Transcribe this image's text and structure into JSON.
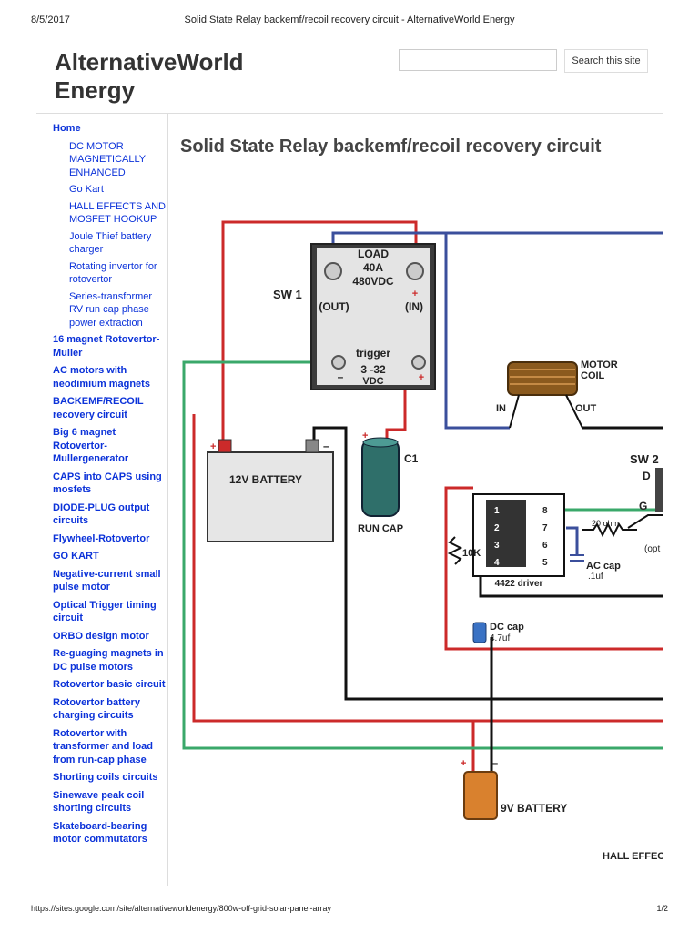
{
  "print": {
    "date": "8/5/2017",
    "title": "Solid State Relay backemf/recoil recovery circuit - AlternativeWorld Energy",
    "url": "https://sites.google.com/site/alternativeworldenergy/800w-off-grid-solar-panel-array",
    "page": "1/2"
  },
  "site": {
    "title": "AlternativeWorld Energy",
    "search_button": "Search this site"
  },
  "nav": [
    {
      "label": "Home",
      "level": 0
    },
    {
      "label": "DC MOTOR MAGNETICALLY ENHANCED",
      "level": 1
    },
    {
      "label": "Go Kart",
      "level": 1
    },
    {
      "label": "HALL EFFECTS AND MOSFET HOOKUP",
      "level": 1
    },
    {
      "label": "Joule Thief battery charger",
      "level": 1
    },
    {
      "label": "Rotating invertor for rotovertor",
      "level": 1
    },
    {
      "label": "Series-transformer RV run cap phase power extraction",
      "level": 1
    },
    {
      "label": "16 magnet Rotovertor-Muller",
      "level": 0
    },
    {
      "label": "AC motors with neodimium magnets",
      "level": 0
    },
    {
      "label": "BACKEMF/RECOIL recovery circuit",
      "level": 0
    },
    {
      "label": "Big 6 magnet Rotovertor-Mullergenerator",
      "level": 0
    },
    {
      "label": "CAPS into CAPS using mosfets",
      "level": 0
    },
    {
      "label": "DIODE-PLUG output circuits",
      "level": 0
    },
    {
      "label": "Flywheel-Rotovertor",
      "level": 0
    },
    {
      "label": "GO KART",
      "level": 0
    },
    {
      "label": "Negative-current small pulse motor",
      "level": 0
    },
    {
      "label": "Optical Trigger timing circuit",
      "level": 0
    },
    {
      "label": "ORBO design motor",
      "level": 0
    },
    {
      "label": "Re-guaging magnets in DC pulse motors",
      "level": 0
    },
    {
      "label": "Rotovertor basic circuit",
      "level": 0
    },
    {
      "label": "Rotovertor battery charging circuits",
      "level": 0
    },
    {
      "label": "Rotovertor with transformer and load from run-cap phase",
      "level": 0
    },
    {
      "label": "Shorting coils circuits",
      "level": 0
    },
    {
      "label": "Sinewave peak coil shorting circuits",
      "level": 0
    },
    {
      "label": "Skateboard-bearing motor commutators",
      "level": 0
    }
  ],
  "page": {
    "title": "Solid State Relay backemf/recoil recovery circuit"
  },
  "diagram": {
    "sw1": "SW 1",
    "relay_load": "LOAD",
    "relay_amps": "40A",
    "relay_volts": "480VDC",
    "relay_out": "(OUT)",
    "relay_in": "(IN)",
    "relay_trigger": "trigger",
    "relay_trigger_range": "3 -32",
    "relay_trigger_vdc": "VDC",
    "motor": "MOTOR",
    "coil": "COIL",
    "coil_in": "IN",
    "coil_out": "OUT",
    "battery12": "12V  BATTERY",
    "c1": "C1",
    "run_cap": "RUN CAP",
    "sw2": "SW 2",
    "d": "D",
    "g": "G",
    "resistor20": "20 ohm",
    "opt": "(opt",
    "pin1": "1",
    "pin2": "2",
    "pin3": "3",
    "pin4": "4",
    "pin5": "5",
    "pin6": "6",
    "pin7": "7",
    "pin8": "8",
    "r10k": "10K",
    "driver": "4422 driver",
    "ac_cap": "AC cap",
    "ac_cap_val": ".1uf",
    "dc_cap": "DC cap",
    "dc_cap_val": "4.7uf",
    "battery9": "9V BATTERY",
    "hall": "HALL EFFEC",
    "plus": "+",
    "minus": "–"
  },
  "colors": {
    "link": "#0b32d9",
    "wire_red": "#cc2a2a",
    "wire_blue": "#3b4f9c",
    "wire_green": "#3aa86a",
    "wire_black": "#111111"
  }
}
